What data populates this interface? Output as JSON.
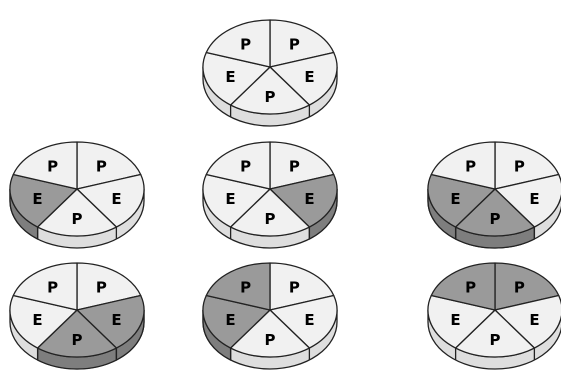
{
  "colors": {
    "light": "#f1f1f1",
    "dark": "#9a9a9a",
    "side_light": "#dedede",
    "side_dark": "#7e7e7e",
    "stroke": "#222222"
  },
  "pies": [
    {
      "slices": [
        {
          "label": "P",
          "shaded": false
        },
        {
          "label": "E",
          "shaded": false
        },
        {
          "label": "P",
          "shaded": false
        },
        {
          "label": "E",
          "shaded": false
        },
        {
          "label": "P",
          "shaded": false
        }
      ]
    },
    {
      "slices": [
        {
          "label": "P",
          "shaded": false
        },
        {
          "label": "E",
          "shaded": false
        },
        {
          "label": "P",
          "shaded": false
        },
        {
          "label": "E",
          "shaded": true
        },
        {
          "label": "P",
          "shaded": false
        }
      ]
    },
    {
      "slices": [
        {
          "label": "P",
          "shaded": false
        },
        {
          "label": "E",
          "shaded": true
        },
        {
          "label": "P",
          "shaded": false
        },
        {
          "label": "E",
          "shaded": false
        },
        {
          "label": "P",
          "shaded": false
        }
      ]
    },
    {
      "slices": [
        {
          "label": "P",
          "shaded": false
        },
        {
          "label": "E",
          "shaded": false
        },
        {
          "label": "P",
          "shaded": true
        },
        {
          "label": "E",
          "shaded": true
        },
        {
          "label": "P",
          "shaded": false
        }
      ]
    },
    {
      "slices": [
        {
          "label": "P",
          "shaded": false
        },
        {
          "label": "E",
          "shaded": true
        },
        {
          "label": "P",
          "shaded": true
        },
        {
          "label": "E",
          "shaded": false
        },
        {
          "label": "P",
          "shaded": false
        }
      ]
    },
    {
      "slices": [
        {
          "label": "P",
          "shaded": false
        },
        {
          "label": "E",
          "shaded": false
        },
        {
          "label": "P",
          "shaded": false
        },
        {
          "label": "E",
          "shaded": true
        },
        {
          "label": "P",
          "shaded": true
        }
      ]
    },
    {
      "slices": [
        {
          "label": "P",
          "shaded": true
        },
        {
          "label": "E",
          "shaded": false
        },
        {
          "label": "P",
          "shaded": false
        },
        {
          "label": "E",
          "shaded": false
        },
        {
          "label": "P",
          "shaded": true
        }
      ]
    }
  ]
}
